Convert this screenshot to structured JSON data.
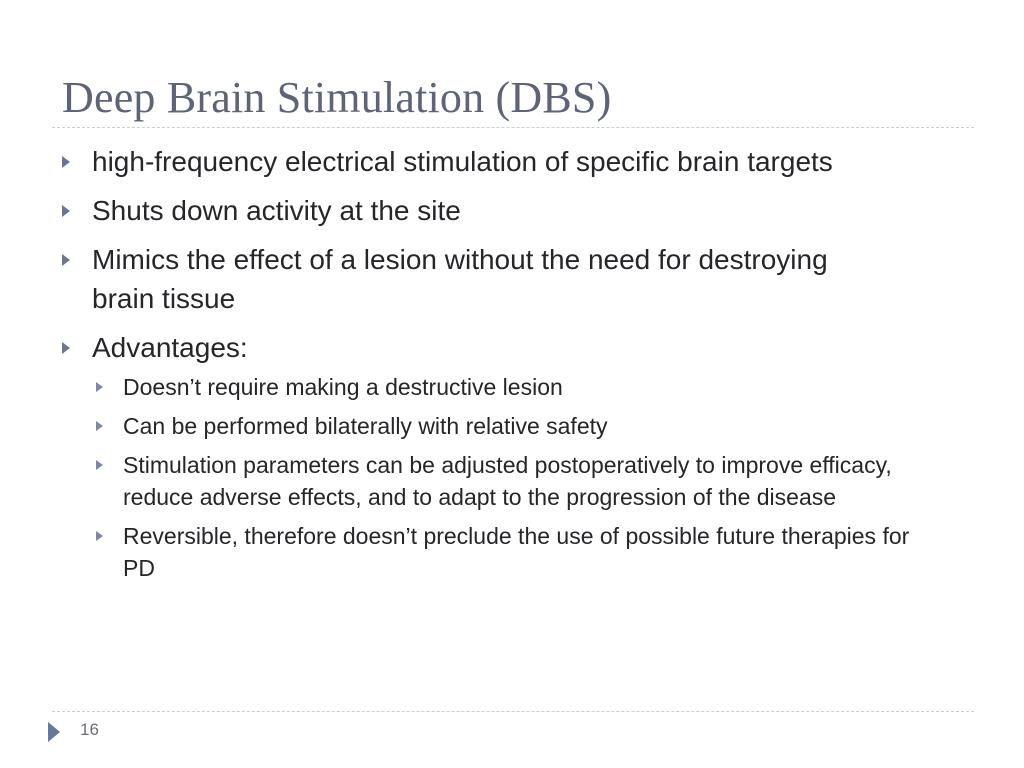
{
  "slide": {
    "title": "Deep Brain Stimulation (DBS)",
    "page_number": "16",
    "bullets": [
      {
        "text": "high-frequency electrical stimulation of specific brain targets"
      },
      {
        "text": "Shuts down activity at the site"
      },
      {
        "text": "Mimics the effect of a lesion without the need for destroying brain tissue"
      },
      {
        "text": "Advantages:",
        "sub": [
          {
            "text": "Doesn’t require making a destructive lesion"
          },
          {
            "text": "Can be performed bilaterally with relative safety"
          },
          {
            "text": "Stimulation parameters can be adjusted postoperatively to improve efficacy, reduce adverse effects, and to adapt to the progression of the disease"
          },
          {
            "text": "Reversible, therefore doesn’t preclude the use of possible future therapies for PD"
          }
        ]
      }
    ]
  },
  "colors": {
    "title": "#5d6478",
    "body_text": "#26262a",
    "bullet_arrow": "#6a7692",
    "rule": "#c7ced6"
  },
  "icons": {
    "bullet": "triangle-right-icon",
    "footer": "triangle-right-icon"
  }
}
